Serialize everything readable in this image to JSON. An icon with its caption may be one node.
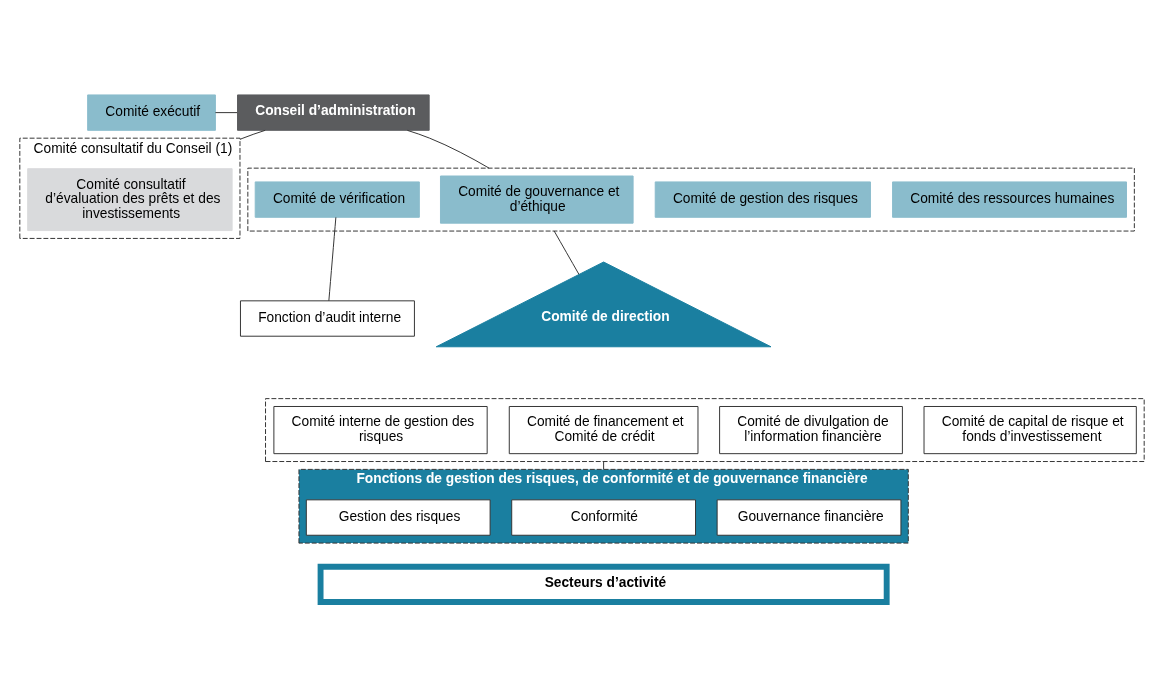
{
  "diagram": {
    "nodes": [
      {
        "text": [
          "Comité exécutif"
        ]
      },
      {
        "text": [
          "Conseil d’administration"
        ]
      },
      {
        "text": [
          "Comité consultatif du Conseil (1)"
        ]
      },
      {
        "text": [
          "Comité consultatif d’évaluation des prêts et des investissements"
        ],
        "in": 2
      },
      {
        "text": [],
        "shape": "box"
      },
      {
        "text": [
          "Comité de vérification"
        ],
        "in": 4
      },
      {
        "text": [
          "Comité de gouvernance et d’éthique"
        ],
        "in": 4
      },
      {
        "text": [
          "Comité de gestion des risques"
        ],
        "in": 4
      },
      {
        "text": [
          "Comité des ressources humaines"
        ],
        "in": 4
      },
      {
        "text": [
          "Fonction d’audit interne"
        ]
      },
      {
        "text": [
          "Comité de direction"
        ]
      },
      {
        "text": [],
        "shape": "box"
      },
      {
        "text": [
          "Comité interne de gestion des risques"
        ],
        "in": 11
      },
      {
        "text": [
          "Comité de financement et Comité de crédit"
        ],
        "in": 11
      },
      {
        "text": [
          "Comité de divulgation de l’information financière"
        ],
        "in": 11
      },
      {
        "text": [
          "Comité de capital de risque et fonds d’investissement"
        ],
        "in": 11
      },
      {
        "text": [
          "Fonctions de gestion des risques, de conformité et de gouvernance financière"
        ]
      },
      {
        "text": [
          "Gestion des risques"
        ],
        "in": 16
      },
      {
        "text": [
          "Conformité"
        ],
        "in": 16
      },
      {
        "text": [
          "Gouvernance financière"
        ],
        "in": 16
      },
      {
        "text": [
          "Secteurs d’activité"
        ]
      }
    ],
    "edges": [
      {
        "from": 0,
        "to": 1,
        "arrow": "none"
      },
      {
        "from": 1,
        "to": 2,
        "arrow": "none"
      },
      {
        "from": 1,
        "to": 4,
        "arrow": "none"
      },
      {
        "from": 5,
        "to": 9,
        "arrow": "none"
      },
      {
        "from": 4,
        "to": 10,
        "arrow": "none"
      },
      {
        "from": 11,
        "to": 16,
        "arrow": "none"
      }
    ]
  }
}
